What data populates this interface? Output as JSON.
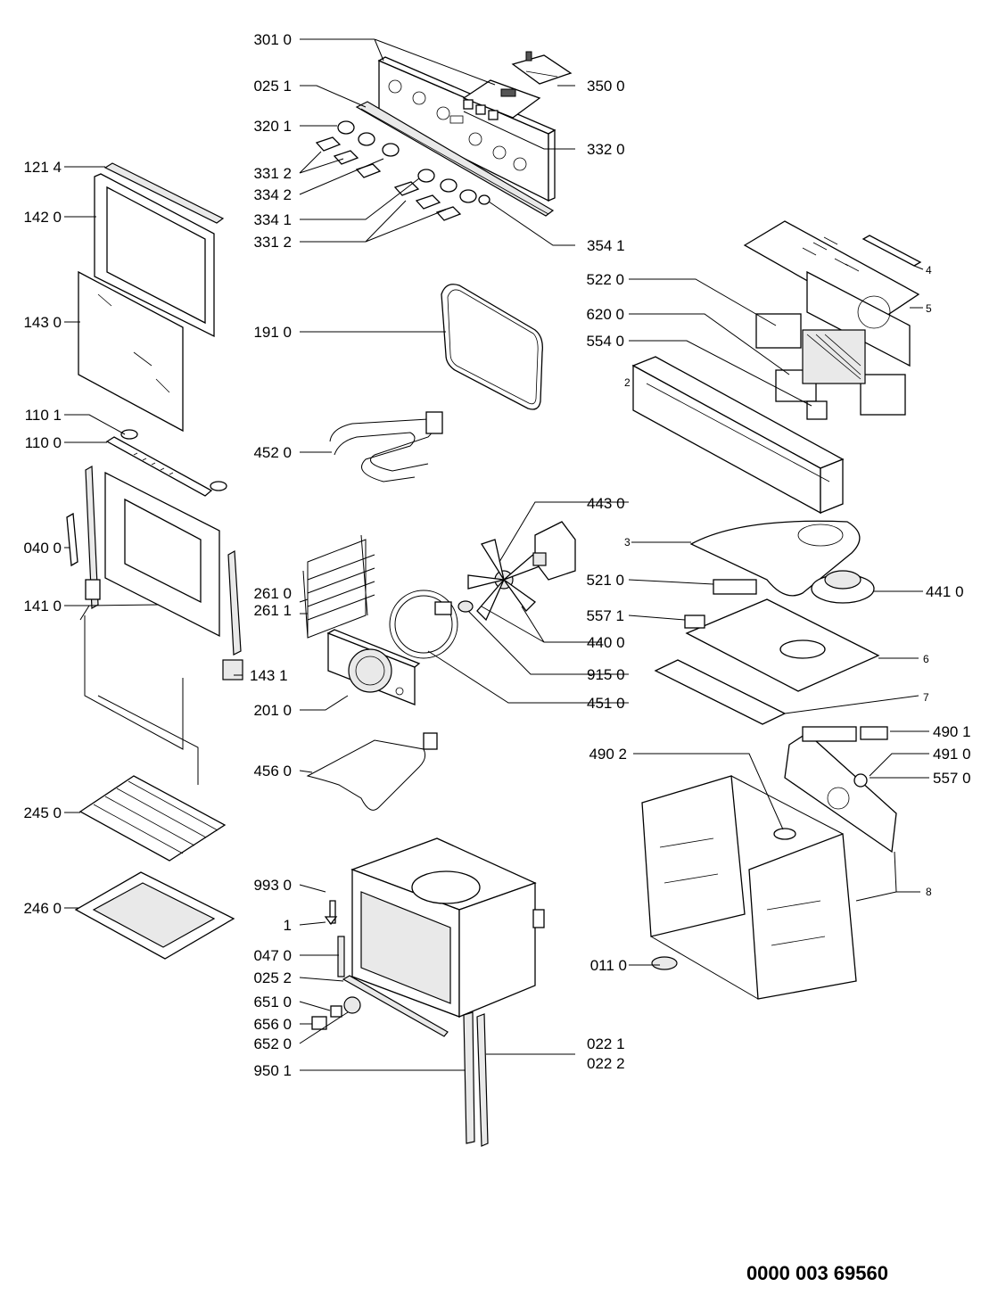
{
  "diagram_title": "",
  "document_code": "0000 003 69560",
  "parts": {
    "p301_0": "301 0",
    "p350_0": "350 0",
    "p025_1": "025 1",
    "p332_0": "332 0",
    "p320_1": "320 1",
    "p331_2a": "331 2",
    "p334_2": "334 2",
    "p334_1": "334 1",
    "p331_2b": "331 2",
    "p354_1": "354 1",
    "p121_4": "121 4",
    "p142_0": "142 0",
    "p143_0": "143 0",
    "p110_1": "110 1",
    "p110_0": "110 0",
    "p040_0": "040 0",
    "p141_0": "141 0",
    "p143_1": "143 1",
    "p245_0": "245 0",
    "p246_0": "246 0",
    "p191_0": "191 0",
    "p452_0": "452 0",
    "p261_0": "261 0",
    "p261_1": "261 1",
    "p201_0": "201 0",
    "p456_0": "456 0",
    "p993_0": "993 0",
    "p1": "1",
    "p047_0": "047 0",
    "p025_2": "025 2",
    "p651_0": "651 0",
    "p656_0": "656 0",
    "p652_0": "652 0",
    "p950_1": "950 1",
    "p022_1": "022 1",
    "p022_2": "022 2",
    "p443_0": "443 0",
    "p440_0": "440 0",
    "p915_0": "915 0",
    "p451_0": "451 0",
    "p522_0": "522 0",
    "p620_0": "620 0",
    "p554_0": "554 0",
    "p4": "4",
    "p5": "5",
    "p2": "2",
    "p3": "3",
    "p521_0": "521 0",
    "p441_0": "441 0",
    "p557_1": "557 1",
    "p6": "6",
    "p7": "7",
    "p490_1": "490 1",
    "p490_2": "490 2",
    "p491_0": "491 0",
    "p557_0": "557 0",
    "p8": "8",
    "p011_0": "011 0"
  }
}
